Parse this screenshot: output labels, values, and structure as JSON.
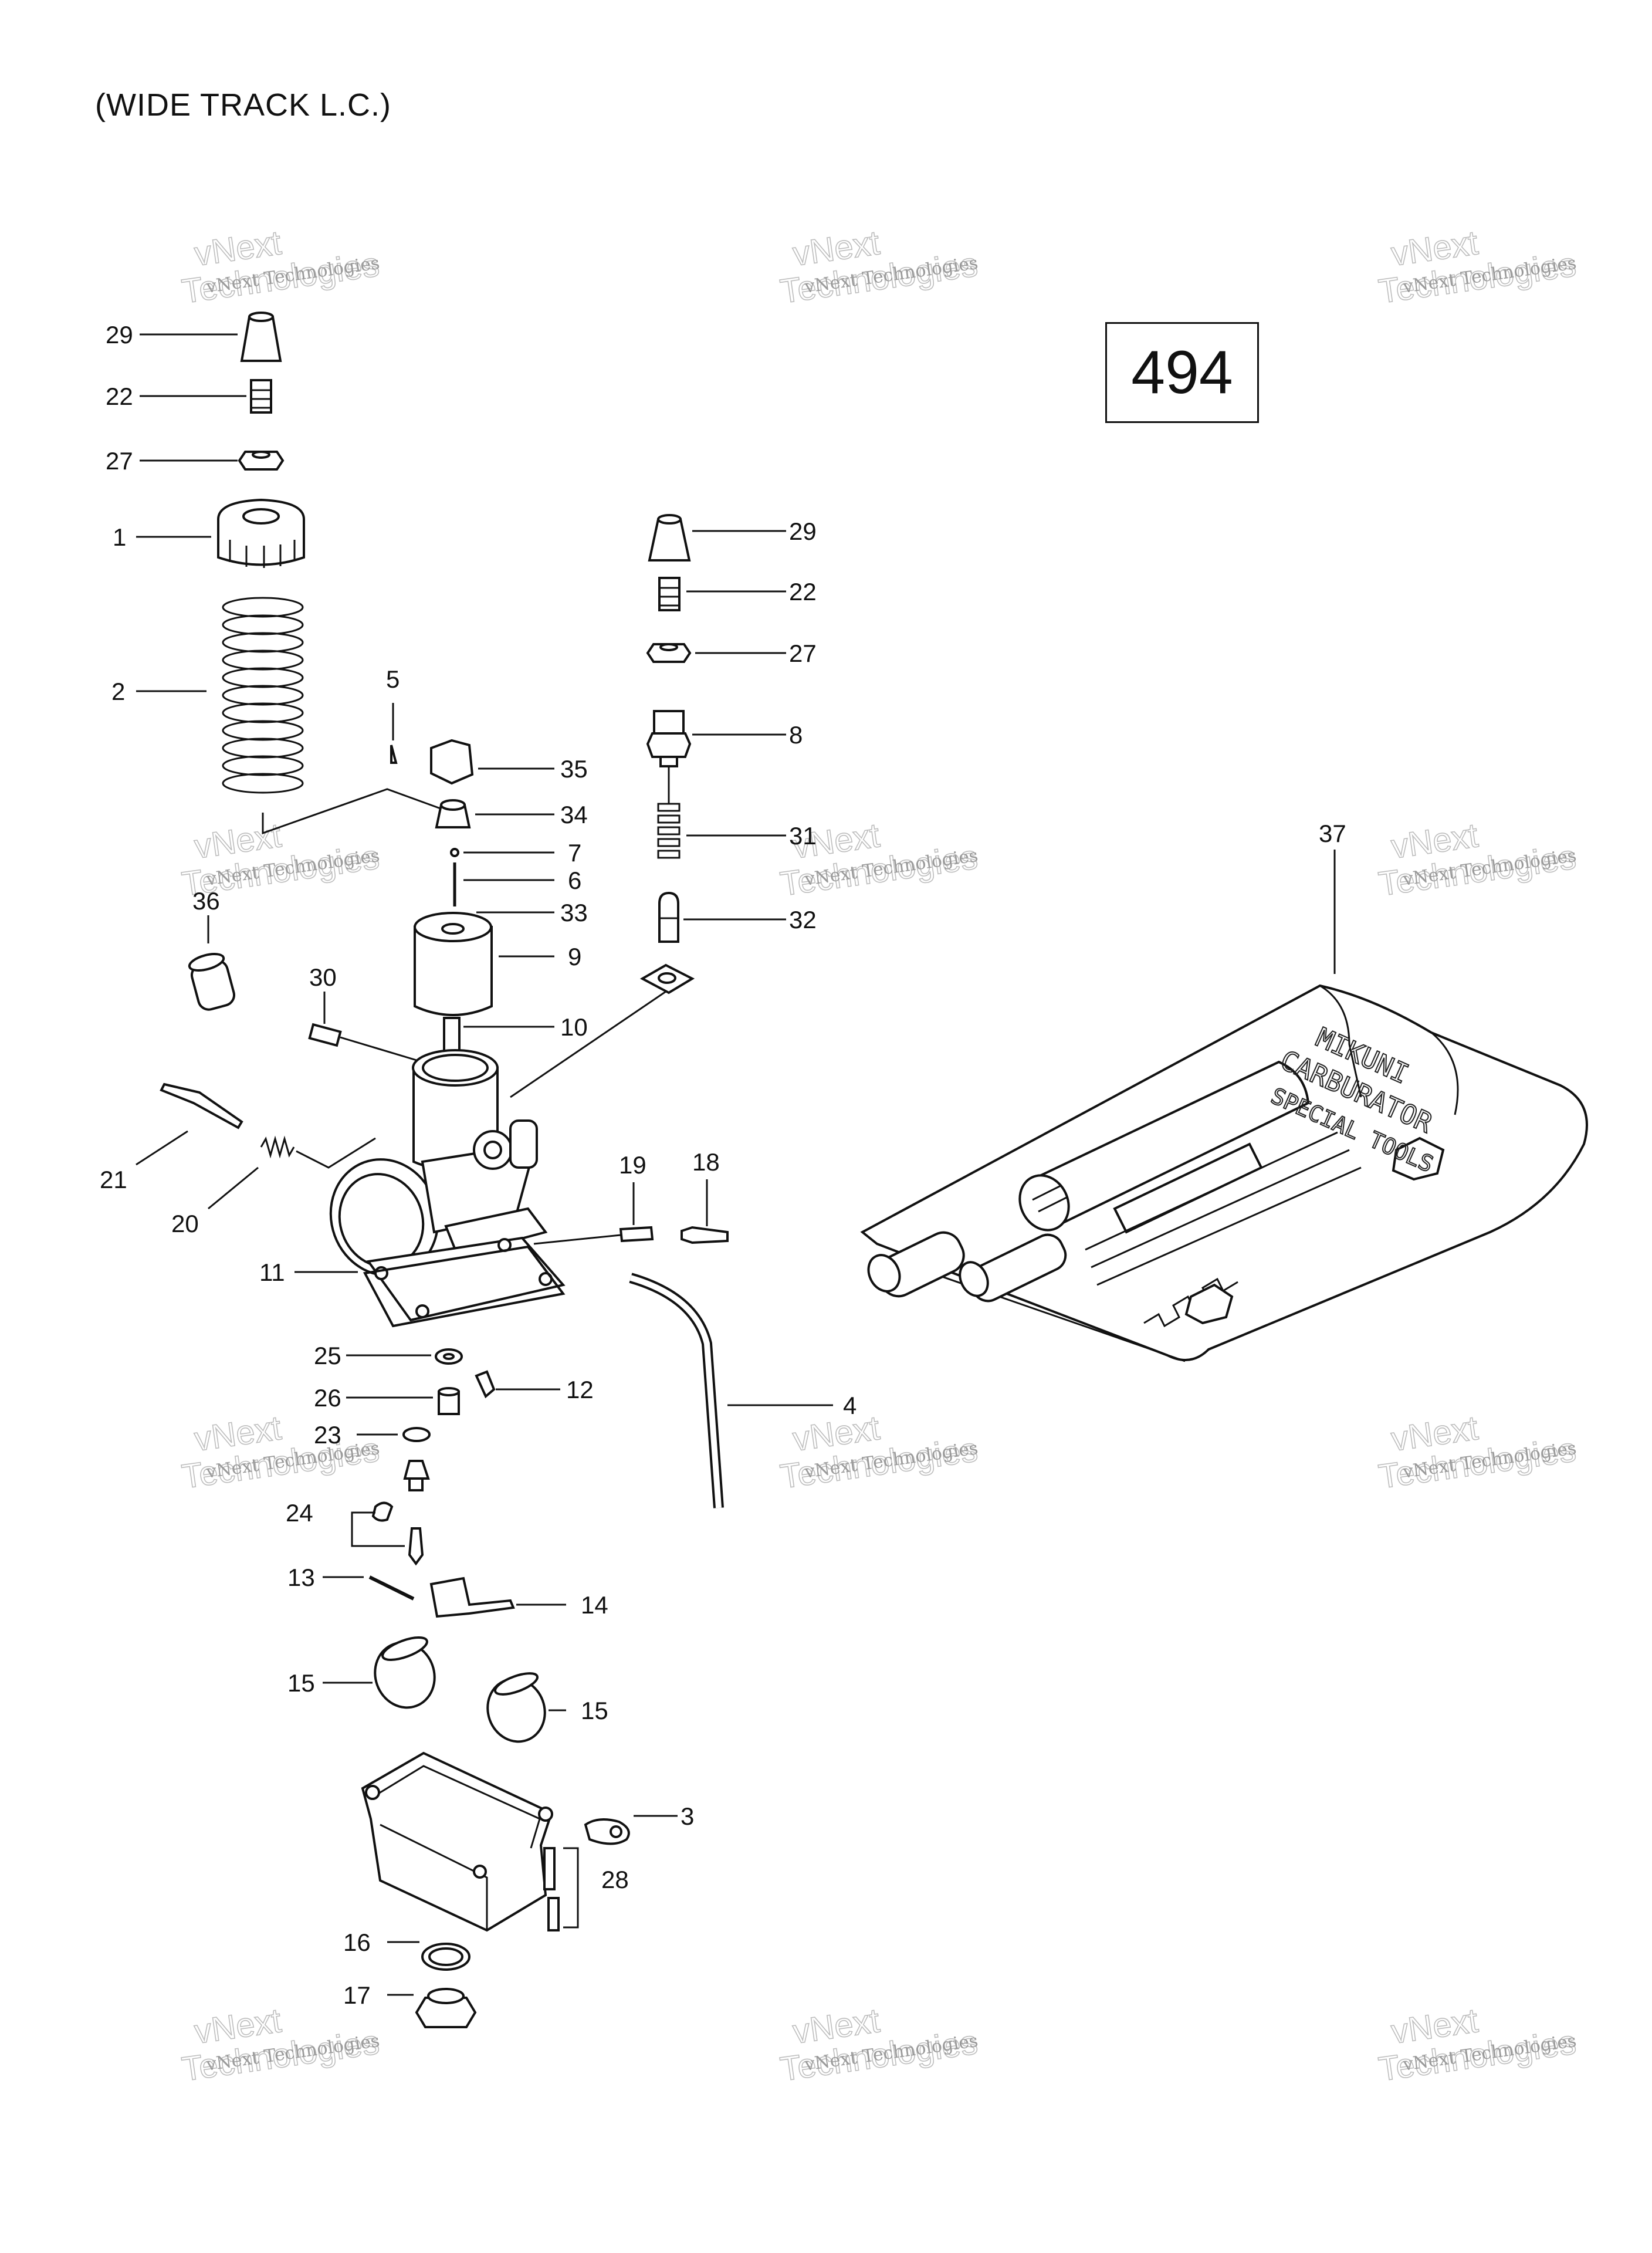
{
  "title": "(WIDE TRACK L.C.)",
  "page_number": "494",
  "watermark": {
    "line1": "vNext Technologies",
    "line2": "Technologies",
    "line3": "vNext"
  },
  "tool_kit_label": {
    "line1": "MIKUNI",
    "line2": "CARBURATOR",
    "line3": "SPECIAL TOOLS"
  },
  "callouts": {
    "c29a": "29",
    "c22a": "22",
    "c27a": "27",
    "c1": "1",
    "c2": "2",
    "c5": "5",
    "c35": "35",
    "c34": "34",
    "c7": "7",
    "c6": "6",
    "c33": "33",
    "c9": "9",
    "c36": "36",
    "c30": "30",
    "c10": "10",
    "c21": "21",
    "c20": "20",
    "c11": "11",
    "c19": "19",
    "c18": "18",
    "c29b": "29",
    "c22b": "22",
    "c27b": "27",
    "c8": "8",
    "c31": "31",
    "c32": "32",
    "c37": "37",
    "c25": "25",
    "c26": "26",
    "c12": "12",
    "c23": "23",
    "c24": "24",
    "c4": "4",
    "c13": "13",
    "c14": "14",
    "c15a": "15",
    "c15b": "15",
    "c3": "3",
    "c28": "28",
    "c16": "16",
    "c17": "17"
  }
}
